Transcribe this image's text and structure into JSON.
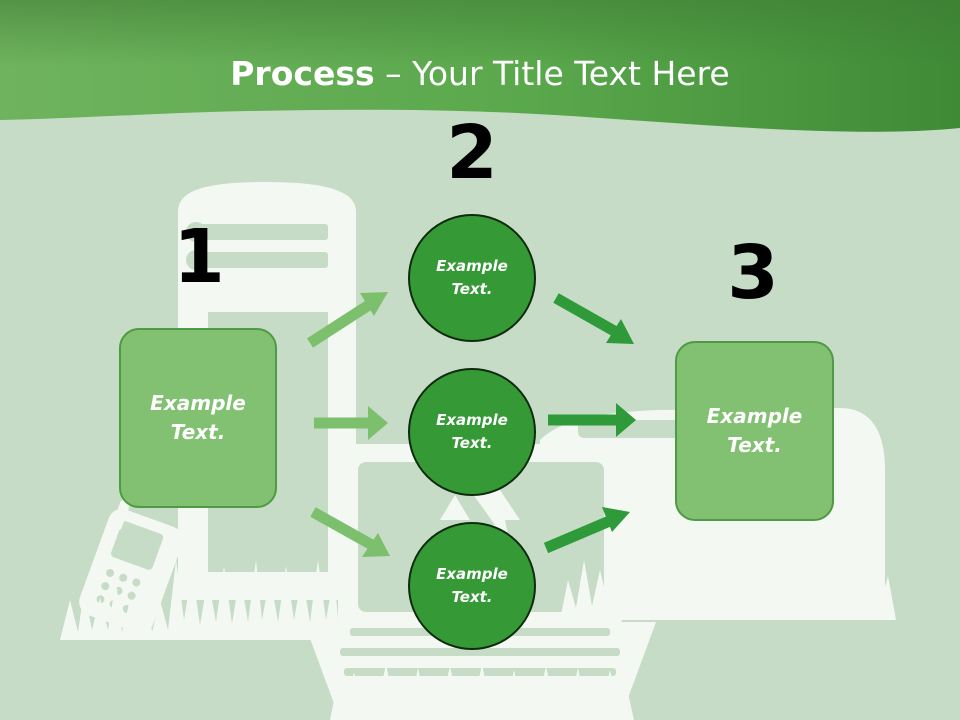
{
  "title": {
    "bold": "Process",
    "rest": " – Your Title Text Here"
  },
  "steps": {
    "one": "1",
    "two": "2",
    "three": "3"
  },
  "nodes": {
    "left_box": {
      "line1": "Example",
      "line2": "Text."
    },
    "circle_top": {
      "line1": "Example",
      "line2": "Text."
    },
    "circle_middle": {
      "line1": "Example",
      "line2": "Text."
    },
    "circle_bottom": {
      "line1": "Example",
      "line2": "Text."
    },
    "right_box": {
      "line1": "Example",
      "line2": "Text."
    }
  },
  "colors": {
    "header_green": "#5aa84c",
    "background": "#c6dcc6",
    "box_fill": "#82c072",
    "circle_fill": "#359a35",
    "arrow_light": "#7cc06e",
    "arrow_dark": "#2f9a3a",
    "silhouette": "#f3f8f2"
  },
  "decor_icons": [
    "server-tower-icon",
    "laptop-icon",
    "mobile-phone-icon",
    "printer-icon",
    "recycle-icon",
    "grass-icon"
  ]
}
